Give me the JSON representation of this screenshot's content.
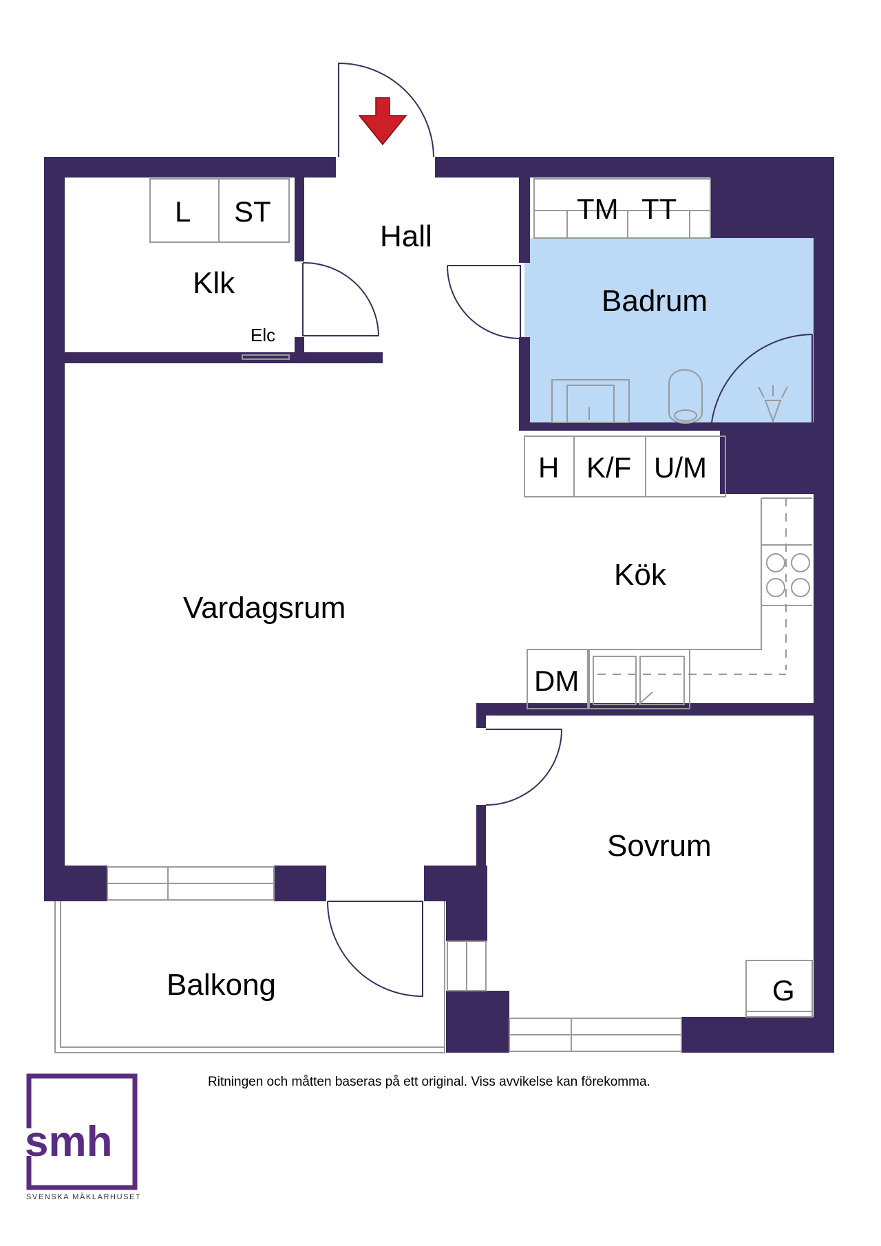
{
  "rooms": {
    "hall": "Hall",
    "klk": "Klk",
    "badrum": "Badrum",
    "kok": "Kök",
    "vardagsrum": "Vardagsrum",
    "sovrum": "Sovrum",
    "balkong": "Balkong"
  },
  "fixtures": {
    "l": "L",
    "st": "ST",
    "tm": "TM",
    "tt": "TT",
    "elc": "Elc",
    "h": "H",
    "kf": "K/F",
    "um": "U/M",
    "dm": "DM",
    "g": "G"
  },
  "disclaimer": "Ritningen och måtten baseras på ett original. Viss avvikelse kan förekomma.",
  "logo": {
    "text": "smh",
    "tagline": "SVENSKA MÄKLARHUSET"
  },
  "colors": {
    "wall": "#3a2a5e",
    "bathroom": "#bcd9f5",
    "entrance_arrow": "#cc1f27",
    "logo": "#5a2d82"
  }
}
